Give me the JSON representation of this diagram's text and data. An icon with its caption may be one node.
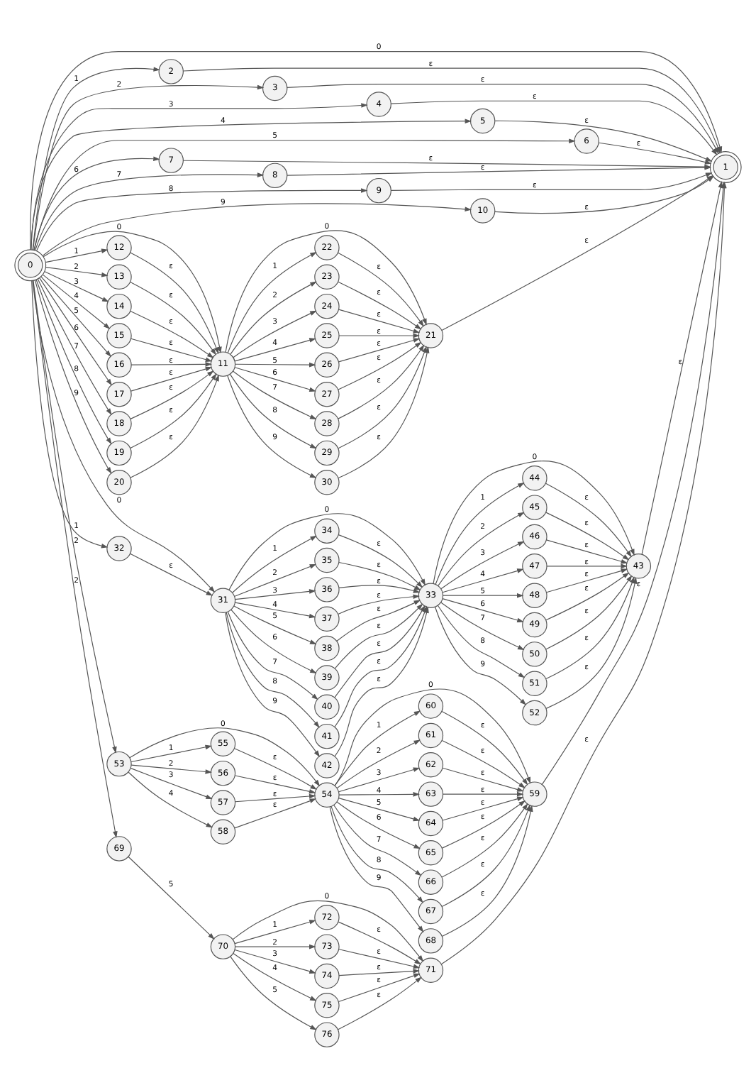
{
  "diagram": {
    "nodes": [
      {
        "text": [
          "0"
        ]
      },
      {
        "text": [
          "1"
        ]
      },
      {
        "text": [
          "2"
        ]
      },
      {
        "text": [
          "3"
        ]
      },
      {
        "text": [
          "4"
        ]
      },
      {
        "text": [
          "5"
        ]
      },
      {
        "text": [
          "6"
        ]
      },
      {
        "text": [
          "7"
        ]
      },
      {
        "text": [
          "8"
        ]
      },
      {
        "text": [
          "9"
        ]
      },
      {
        "text": [
          "10"
        ]
      },
      {
        "text": [
          "11"
        ]
      },
      {
        "text": [
          "12"
        ]
      },
      {
        "text": [
          "13"
        ]
      },
      {
        "text": [
          "14"
        ]
      },
      {
        "text": [
          "15"
        ]
      },
      {
        "text": [
          "16"
        ]
      },
      {
        "text": [
          "17"
        ]
      },
      {
        "text": [
          "18"
        ]
      },
      {
        "text": [
          "19"
        ]
      },
      {
        "text": [
          "20"
        ]
      },
      {
        "text": [
          "21"
        ]
      },
      {
        "text": [
          "22"
        ]
      },
      {
        "text": [
          "23"
        ]
      },
      {
        "text": [
          "24"
        ]
      },
      {
        "text": [
          "25"
        ]
      },
      {
        "text": [
          "26"
        ]
      },
      {
        "text": [
          "27"
        ]
      },
      {
        "text": [
          "28"
        ]
      },
      {
        "text": [
          "29"
        ]
      },
      {
        "text": [
          "30"
        ]
      },
      {
        "text": [
          "31"
        ]
      },
      {
        "text": [
          "32"
        ]
      },
      {
        "text": [
          "33"
        ]
      },
      {
        "text": [
          "34"
        ]
      },
      {
        "text": [
          "35"
        ]
      },
      {
        "text": [
          "36"
        ]
      },
      {
        "text": [
          "37"
        ]
      },
      {
        "text": [
          "38"
        ]
      },
      {
        "text": [
          "39"
        ]
      },
      {
        "text": [
          "40"
        ]
      },
      {
        "text": [
          "41"
        ]
      },
      {
        "text": [
          "42"
        ]
      },
      {
        "text": [
          "43"
        ]
      },
      {
        "text": [
          "44"
        ]
      },
      {
        "text": [
          "45"
        ]
      },
      {
        "text": [
          "46"
        ]
      },
      {
        "text": [
          "47"
        ]
      },
      {
        "text": [
          "48"
        ]
      },
      {
        "text": [
          "49"
        ]
      },
      {
        "text": [
          "50"
        ]
      },
      {
        "text": [
          "51"
        ]
      },
      {
        "text": [
          "52"
        ]
      },
      {
        "text": [
          "53"
        ]
      },
      {
        "text": [
          "54"
        ]
      },
      {
        "text": [
          "55"
        ]
      },
      {
        "text": [
          "56"
        ]
      },
      {
        "text": [
          "57"
        ]
      },
      {
        "text": [
          "58"
        ]
      },
      {
        "text": [
          "59"
        ]
      },
      {
        "text": [
          "60"
        ]
      },
      {
        "text": [
          "61"
        ]
      },
      {
        "text": [
          "62"
        ]
      },
      {
        "text": [
          "63"
        ]
      },
      {
        "text": [
          "64"
        ]
      },
      {
        "text": [
          "65"
        ]
      },
      {
        "text": [
          "66"
        ]
      },
      {
        "text": [
          "67"
        ]
      },
      {
        "text": [
          "68"
        ]
      },
      {
        "text": [
          "69"
        ]
      },
      {
        "text": [
          "70"
        ]
      },
      {
        "text": [
          "71"
        ]
      },
      {
        "text": [
          "72"
        ]
      },
      {
        "text": [
          "73"
        ]
      },
      {
        "text": [
          "74"
        ]
      },
      {
        "text": [
          "75"
        ]
      },
      {
        "text": [
          "76"
        ]
      }
    ],
    "edges": [
      {
        "from": 0,
        "to": 1,
        "label": "0",
        "arrow": "to"
      },
      {
        "from": 0,
        "to": 2,
        "label": "1",
        "arrow": "to"
      },
      {
        "from": 0,
        "to": 3,
        "label": "2",
        "arrow": "to"
      },
      {
        "from": 0,
        "to": 4,
        "label": "3",
        "arrow": "to"
      },
      {
        "from": 0,
        "to": 5,
        "label": "4",
        "arrow": "to"
      },
      {
        "from": 0,
        "to": 6,
        "label": "5",
        "arrow": "to"
      },
      {
        "from": 0,
        "to": 7,
        "label": "6",
        "arrow": "to"
      },
      {
        "from": 0,
        "to": 8,
        "label": "7",
        "arrow": "to"
      },
      {
        "from": 0,
        "to": 9,
        "label": "8",
        "arrow": "to"
      },
      {
        "from": 0,
        "to": 10,
        "label": "9",
        "arrow": "to"
      },
      {
        "from": 2,
        "to": 1,
        "label": "ε",
        "arrow": "to"
      },
      {
        "from": 3,
        "to": 1,
        "label": "ε",
        "arrow": "to"
      },
      {
        "from": 4,
        "to": 1,
        "label": "ε",
        "arrow": "to"
      },
      {
        "from": 5,
        "to": 1,
        "label": "ε",
        "arrow": "to"
      },
      {
        "from": 6,
        "to": 1,
        "label": "ε",
        "arrow": "to"
      },
      {
        "from": 7,
        "to": 1,
        "label": "ε",
        "arrow": "to"
      },
      {
        "from": 8,
        "to": 1,
        "label": "ε",
        "arrow": "to"
      },
      {
        "from": 9,
        "to": 1,
        "label": "ε",
        "arrow": "to"
      },
      {
        "from": 10,
        "to": 1,
        "label": "ε",
        "arrow": "to"
      },
      {
        "from": 0,
        "to": 11,
        "label": "0",
        "arrow": "to"
      },
      {
        "from": 0,
        "to": 12,
        "label": "1",
        "arrow": "to"
      },
      {
        "from": 0,
        "to": 13,
        "label": "2",
        "arrow": "to"
      },
      {
        "from": 0,
        "to": 14,
        "label": "3",
        "arrow": "to"
      },
      {
        "from": 0,
        "to": 15,
        "label": "4",
        "arrow": "to"
      },
      {
        "from": 0,
        "to": 16,
        "label": "5",
        "arrow": "to"
      },
      {
        "from": 0,
        "to": 17,
        "label": "6",
        "arrow": "to"
      },
      {
        "from": 0,
        "to": 18,
        "label": "7",
        "arrow": "to"
      },
      {
        "from": 0,
        "to": 19,
        "label": "8",
        "arrow": "to"
      },
      {
        "from": 0,
        "to": 20,
        "label": "9",
        "arrow": "to"
      },
      {
        "from": 12,
        "to": 11,
        "label": "ε",
        "arrow": "to"
      },
      {
        "from": 13,
        "to": 11,
        "label": "ε",
        "arrow": "to"
      },
      {
        "from": 14,
        "to": 11,
        "label": "ε",
        "arrow": "to"
      },
      {
        "from": 15,
        "to": 11,
        "label": "ε",
        "arrow": "to"
      },
      {
        "from": 16,
        "to": 11,
        "label": "ε",
        "arrow": "to"
      },
      {
        "from": 17,
        "to": 11,
        "label": "ε",
        "arrow": "to"
      },
      {
        "from": 18,
        "to": 11,
        "label": "ε",
        "arrow": "to"
      },
      {
        "from": 19,
        "to": 11,
        "label": "ε",
        "arrow": "to"
      },
      {
        "from": 20,
        "to": 11,
        "label": "ε",
        "arrow": "to"
      },
      {
        "from": 11,
        "to": 21,
        "label": "0",
        "arrow": "to"
      },
      {
        "from": 11,
        "to": 22,
        "label": "1",
        "arrow": "to"
      },
      {
        "from": 11,
        "to": 23,
        "label": "2",
        "arrow": "to"
      },
      {
        "from": 11,
        "to": 24,
        "label": "3",
        "arrow": "to"
      },
      {
        "from": 11,
        "to": 25,
        "label": "4",
        "arrow": "to"
      },
      {
        "from": 11,
        "to": 26,
        "label": "5",
        "arrow": "to"
      },
      {
        "from": 11,
        "to": 27,
        "label": "6",
        "arrow": "to"
      },
      {
        "from": 11,
        "to": 28,
        "label": "7",
        "arrow": "to"
      },
      {
        "from": 11,
        "to": 29,
        "label": "8",
        "arrow": "to"
      },
      {
        "from": 11,
        "to": 30,
        "label": "9",
        "arrow": "to"
      },
      {
        "from": 22,
        "to": 21,
        "label": "ε",
        "arrow": "to"
      },
      {
        "from": 23,
        "to": 21,
        "label": "ε",
        "arrow": "to"
      },
      {
        "from": 24,
        "to": 21,
        "label": "ε",
        "arrow": "to"
      },
      {
        "from": 25,
        "to": 21,
        "label": "ε",
        "arrow": "to"
      },
      {
        "from": 26,
        "to": 21,
        "label": "ε",
        "arrow": "to"
      },
      {
        "from": 27,
        "to": 21,
        "label": "ε",
        "arrow": "to"
      },
      {
        "from": 28,
        "to": 21,
        "label": "ε",
        "arrow": "to"
      },
      {
        "from": 29,
        "to": 21,
        "label": "ε",
        "arrow": "to"
      },
      {
        "from": 30,
        "to": 21,
        "label": "ε",
        "arrow": "to"
      },
      {
        "from": 21,
        "to": 1,
        "label": "ε",
        "arrow": "to"
      },
      {
        "from": 0,
        "to": 31,
        "label": "0",
        "arrow": "to"
      },
      {
        "from": 0,
        "to": 32,
        "label": "1",
        "arrow": "to"
      },
      {
        "from": 32,
        "to": 31,
        "label": "ε",
        "arrow": "to"
      },
      {
        "from": 31,
        "to": 33,
        "label": "0",
        "arrow": "to"
      },
      {
        "from": 31,
        "to": 34,
        "label": "1",
        "arrow": "to"
      },
      {
        "from": 31,
        "to": 35,
        "label": "2",
        "arrow": "to"
      },
      {
        "from": 31,
        "to": 36,
        "label": "3",
        "arrow": "to"
      },
      {
        "from": 31,
        "to": 37,
        "label": "4",
        "arrow": "to"
      },
      {
        "from": 31,
        "to": 38,
        "label": "5",
        "arrow": "to"
      },
      {
        "from": 31,
        "to": 39,
        "label": "6",
        "arrow": "to"
      },
      {
        "from": 31,
        "to": 40,
        "label": "7",
        "arrow": "to"
      },
      {
        "from": 31,
        "to": 41,
        "label": "8",
        "arrow": "to"
      },
      {
        "from": 31,
        "to": 42,
        "label": "9",
        "arrow": "to"
      },
      {
        "from": 34,
        "to": 33,
        "label": "ε",
        "arrow": "to"
      },
      {
        "from": 35,
        "to": 33,
        "label": "ε",
        "arrow": "to"
      },
      {
        "from": 36,
        "to": 33,
        "label": "ε",
        "arrow": "to"
      },
      {
        "from": 37,
        "to": 33,
        "label": "ε",
        "arrow": "to"
      },
      {
        "from": 38,
        "to": 33,
        "label": "ε",
        "arrow": "to"
      },
      {
        "from": 39,
        "to": 33,
        "label": "ε",
        "arrow": "to"
      },
      {
        "from": 40,
        "to": 33,
        "label": "ε",
        "arrow": "to"
      },
      {
        "from": 41,
        "to": 33,
        "label": "ε",
        "arrow": "to"
      },
      {
        "from": 42,
        "to": 33,
        "label": "ε",
        "arrow": "to"
      },
      {
        "from": 33,
        "to": 43,
        "label": "0",
        "arrow": "to"
      },
      {
        "from": 33,
        "to": 44,
        "label": "1",
        "arrow": "to"
      },
      {
        "from": 33,
        "to": 45,
        "label": "2",
        "arrow": "to"
      },
      {
        "from": 33,
        "to": 46,
        "label": "3",
        "arrow": "to"
      },
      {
        "from": 33,
        "to": 47,
        "label": "4",
        "arrow": "to"
      },
      {
        "from": 33,
        "to": 48,
        "label": "5",
        "arrow": "to"
      },
      {
        "from": 33,
        "to": 49,
        "label": "6",
        "arrow": "to"
      },
      {
        "from": 33,
        "to": 50,
        "label": "7",
        "arrow": "to"
      },
      {
        "from": 33,
        "to": 51,
        "label": "8",
        "arrow": "to"
      },
      {
        "from": 33,
        "to": 52,
        "label": "9",
        "arrow": "to"
      },
      {
        "from": 44,
        "to": 43,
        "label": "ε",
        "arrow": "to"
      },
      {
        "from": 45,
        "to": 43,
        "label": "ε",
        "arrow": "to"
      },
      {
        "from": 46,
        "to": 43,
        "label": "ε",
        "arrow": "to"
      },
      {
        "from": 47,
        "to": 43,
        "label": "ε",
        "arrow": "to"
      },
      {
        "from": 48,
        "to": 43,
        "label": "ε",
        "arrow": "to"
      },
      {
        "from": 49,
        "to": 43,
        "label": "ε",
        "arrow": "to"
      },
      {
        "from": 50,
        "to": 43,
        "label": "ε",
        "arrow": "to"
      },
      {
        "from": 51,
        "to": 43,
        "label": "ε",
        "arrow": "to"
      },
      {
        "from": 52,
        "to": 43,
        "label": "ε",
        "arrow": "to"
      },
      {
        "from": 43,
        "to": 1,
        "label": "ε",
        "arrow": "to"
      },
      {
        "from": 0,
        "to": 53,
        "label": "2",
        "arrow": "to"
      },
      {
        "from": 53,
        "to": 54,
        "label": "0",
        "arrow": "to"
      },
      {
        "from": 53,
        "to": 55,
        "label": "1",
        "arrow": "to"
      },
      {
        "from": 53,
        "to": 56,
        "label": "2",
        "arrow": "to"
      },
      {
        "from": 53,
        "to": 57,
        "label": "3",
        "arrow": "to"
      },
      {
        "from": 53,
        "to": 58,
        "label": "4",
        "arrow": "to"
      },
      {
        "from": 55,
        "to": 54,
        "label": "ε",
        "arrow": "to"
      },
      {
        "from": 56,
        "to": 54,
        "label": "ε",
        "arrow": "to"
      },
      {
        "from": 57,
        "to": 54,
        "label": "ε",
        "arrow": "to"
      },
      {
        "from": 58,
        "to": 54,
        "label": "ε",
        "arrow": "to"
      },
      {
        "from": 54,
        "to": 59,
        "label": "0",
        "arrow": "to"
      },
      {
        "from": 54,
        "to": 60,
        "label": "1",
        "arrow": "to"
      },
      {
        "from": 54,
        "to": 61,
        "label": "2",
        "arrow": "to"
      },
      {
        "from": 54,
        "to": 62,
        "label": "3",
        "arrow": "to"
      },
      {
        "from": 54,
        "to": 63,
        "label": "4",
        "arrow": "to"
      },
      {
        "from": 54,
        "to": 64,
        "label": "5",
        "arrow": "to"
      },
      {
        "from": 54,
        "to": 65,
        "label": "6",
        "arrow": "to"
      },
      {
        "from": 54,
        "to": 66,
        "label": "7",
        "arrow": "to"
      },
      {
        "from": 54,
        "to": 67,
        "label": "8",
        "arrow": "to"
      },
      {
        "from": 54,
        "to": 68,
        "label": "9",
        "arrow": "to"
      },
      {
        "from": 60,
        "to": 59,
        "label": "ε",
        "arrow": "to"
      },
      {
        "from": 61,
        "to": 59,
        "label": "ε",
        "arrow": "to"
      },
      {
        "from": 62,
        "to": 59,
        "label": "ε",
        "arrow": "to"
      },
      {
        "from": 63,
        "to": 59,
        "label": "ε",
        "arrow": "to"
      },
      {
        "from": 64,
        "to": 59,
        "label": "ε",
        "arrow": "to"
      },
      {
        "from": 65,
        "to": 59,
        "label": "ε",
        "arrow": "to"
      },
      {
        "from": 66,
        "to": 59,
        "label": "ε",
        "arrow": "to"
      },
      {
        "from": 67,
        "to": 59,
        "label": "ε",
        "arrow": "to"
      },
      {
        "from": 68,
        "to": 59,
        "label": "ε",
        "arrow": "to"
      },
      {
        "from": 59,
        "to": 1,
        "label": "ε",
        "arrow": "to"
      },
      {
        "from": 0,
        "to": 69,
        "label": "2",
        "arrow": "to"
      },
      {
        "from": 69,
        "to": 70,
        "label": "5",
        "arrow": "to"
      },
      {
        "from": 70,
        "to": 71,
        "label": "0",
        "arrow": "to"
      },
      {
        "from": 70,
        "to": 72,
        "label": "1",
        "arrow": "to"
      },
      {
        "from": 70,
        "to": 73,
        "label": "2",
        "arrow": "to"
      },
      {
        "from": 70,
        "to": 74,
        "label": "3",
        "arrow": "to"
      },
      {
        "from": 70,
        "to": 75,
        "label": "4",
        "arrow": "to"
      },
      {
        "from": 70,
        "to": 76,
        "label": "5",
        "arrow": "to"
      },
      {
        "from": 72,
        "to": 71,
        "label": "ε",
        "arrow": "to"
      },
      {
        "from": 73,
        "to": 71,
        "label": "ε",
        "arrow": "to"
      },
      {
        "from": 74,
        "to": 71,
        "label": "ε",
        "arrow": "to"
      },
      {
        "from": 75,
        "to": 71,
        "label": "ε",
        "arrow": "to"
      },
      {
        "from": 76,
        "to": 71,
        "label": "ε",
        "arrow": "to"
      },
      {
        "from": 71,
        "to": 1,
        "label": "ε",
        "arrow": "to"
      }
    ]
  }
}
